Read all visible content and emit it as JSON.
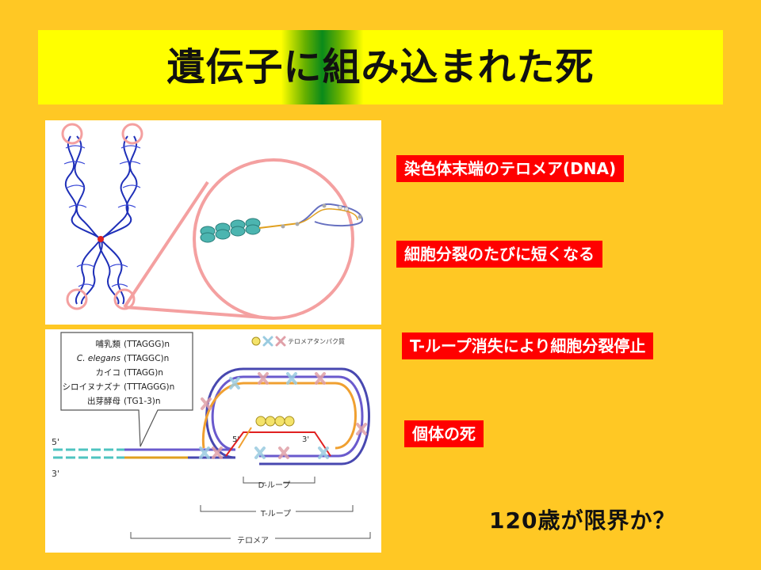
{
  "title": "遺伝子に組み込まれた死",
  "labels": {
    "telomere_dna": "染色体末端のテロメア(DNA)",
    "shortening": "細胞分裂のたびに短くなる",
    "tloop_stop": "T-ループ消失により細胞分裂停止",
    "death": "個体の死"
  },
  "question": "120歳が限界か？",
  "diagram": {
    "legend": "テロメアタンパク質",
    "repeats": [
      {
        "organism": "哺乳類",
        "sequence": "(TTAGGG)n"
      },
      {
        "organism": "C. elegans",
        "sequence": "(TTAGGC)n"
      },
      {
        "organism": "カイコ",
        "sequence": "(TTAGG)n"
      },
      {
        "organism": "シロイヌナズナ",
        "sequence": "(TTTAGGG)n"
      },
      {
        "organism": "出芽酵母",
        "sequence": "(TG1-3)n"
      }
    ],
    "strand_5": "5'",
    "strand_3": "3'",
    "inner_5": "5'",
    "inner_3": "3'",
    "d_loop": "D-ループ",
    "t_loop": "T-ループ",
    "telomere": "テロメア"
  },
  "colors": {
    "background": "#FFC824",
    "label_bg": "#FF0000",
    "title_bg": "#FFFF00",
    "title_accent": "#0A8A1A"
  }
}
